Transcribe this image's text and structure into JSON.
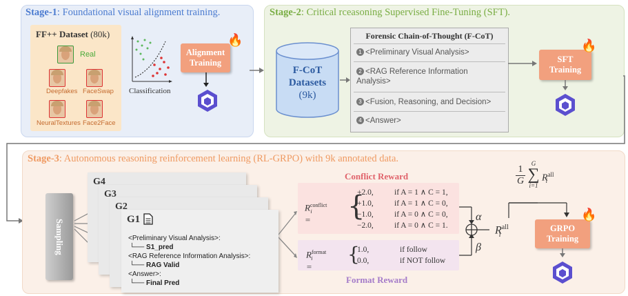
{
  "stage1": {
    "title_bold": "Stage-1",
    "title_rest": ": Foundational visual alignment training.",
    "dataset_title": "FF++ Dataset",
    "dataset_count": "(80k)",
    "real_label": "Real",
    "fakes": [
      "Deepfakes",
      "FaceSwap",
      "NeuralTextures",
      "Face2Face"
    ],
    "classification_label": "Classification",
    "train_button": "Alignment Training"
  },
  "stage2": {
    "title_bold": "Stage-2",
    "title_rest": ": Critical rceasoning Supervised Fine-Tuning (SFT).",
    "datasets_label": "F-CoT Datasets",
    "datasets_count": "(9k)",
    "fcot_title": "Forensic Chain-of-Thought (F-CoT)",
    "fcot_items": [
      "<Preliminary Visual Analysis>",
      "<RAG Reference Information Analysis>",
      "<Fusion, Reasoning, and Decision>",
      "<Answer>"
    ],
    "fcot_numbers": [
      "1",
      "2",
      "3",
      "4"
    ],
    "train_button": "SFT Training"
  },
  "stage3": {
    "title_bold": "Stage-3",
    "title_rest": ": Autonomous reasoning reinforcement learning (RL-GRPO) with 9k annotated data.",
    "sampling_label": "Sampling",
    "groups": [
      "G4",
      "G3",
      "G2",
      "G1"
    ],
    "doc_lines": [
      "<Preliminary Visual Analysis>:",
      "S1_pred",
      "<RAG Reference Information Analysis>:",
      "RAG Valid",
      "<Answer>:",
      "Final Pred"
    ],
    "conflict_title": "Conflict Reward",
    "conflict_lhs": "R",
    "conflict_sup": "conflict",
    "conflict_values": [
      "+2.0,",
      "+1.0,",
      "−1.0,",
      "−2.0,"
    ],
    "conflict_conds": [
      "if A = 1 ∧ C = 1,",
      "if A = 1 ∧ C = 0,",
      "if A = 0 ∧ C = 0,",
      "if A = 0 ∧ C = 1."
    ],
    "format_title": "Format Reward",
    "format_lhs": "R",
    "format_sup": "format",
    "format_values": [
      "1.0,",
      "0.0,"
    ],
    "format_conds": [
      "if follow",
      "if NOT follow"
    ],
    "alpha": "α",
    "beta": "β",
    "rall": "R",
    "rall_sup": "all",
    "sum_frac_num": "1",
    "sum_frac_den": "G",
    "sum_top": "G",
    "sum_bottom": "i=1",
    "train_button": "GRPO Training"
  },
  "colors": {
    "stage1_bg": "#e8eef8",
    "stage2_bg": "#eef3e4",
    "stage3_bg": "#fbf0e8",
    "stage1_title": "#4b7bd0",
    "stage2_title": "#79ad43",
    "stage3_title": "#ef9a62",
    "accent_orange": "#f2a07e"
  }
}
